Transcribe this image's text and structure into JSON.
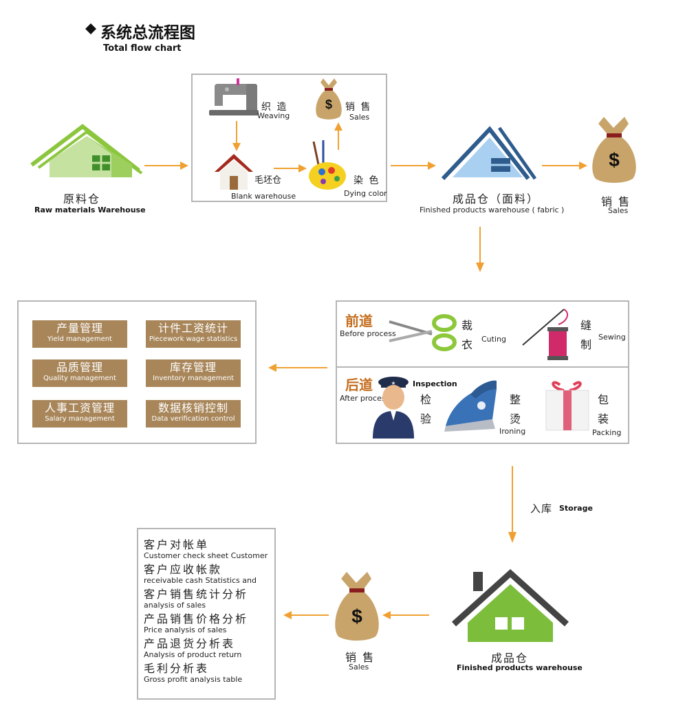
{
  "header": {
    "title": "系统总流程图",
    "subtitle": "Total  flow chart"
  },
  "raw_warehouse": {
    "cn": "原料仓",
    "en": "Raw materials Warehouse"
  },
  "production": {
    "weaving": {
      "cn": "织 造",
      "en": "Weaving"
    },
    "sales": {
      "cn": "销 售",
      "en": "Sales"
    },
    "blank": {
      "cn": "毛坯仓",
      "en": "Blank warehouse"
    },
    "dyeing": {
      "cn": "染 色",
      "en": "Dying color"
    }
  },
  "finished_fabric": {
    "cn": "成品仓（面料）",
    "en": "Finished products warehouse ( fabric )"
  },
  "sales_top": {
    "cn": "销 售",
    "en": "Sales"
  },
  "front_process": {
    "cn": "前道",
    "en": "Before process",
    "cutting": {
      "cn1": "裁",
      "cn2": "衣",
      "en": "Cuting"
    },
    "sewing": {
      "cn1": "缝",
      "cn2": "制",
      "en": "Sewing"
    }
  },
  "after_process": {
    "cn": "后道",
    "en": "After process",
    "inspection": {
      "cn1": "检",
      "cn2": "验",
      "en": "Inspection"
    },
    "ironing": {
      "cn1": "整",
      "cn2": "烫",
      "en": "Ironing"
    },
    "packing": {
      "cn1": "包",
      "cn2": "装",
      "en": "Packing"
    }
  },
  "management": [
    {
      "cn": "产量管理",
      "en": "Yield management"
    },
    {
      "cn": "计件工资统计",
      "en": "Piecework wage statistics"
    },
    {
      "cn": "品质管理",
      "en": "Quality management"
    },
    {
      "cn": "库存管理",
      "en": "Inventory management"
    },
    {
      "cn": "人事工资管理",
      "en": "Salary management"
    },
    {
      "cn": "数据核销控制",
      "en": "Data verification control"
    }
  ],
  "storage": {
    "cn": "入库",
    "en": "Storage"
  },
  "finished_warehouse": {
    "cn": "成品仓",
    "en": "Finished products warehouse"
  },
  "sales_bottom": {
    "cn": "销 售",
    "en": "Sales"
  },
  "reports": [
    {
      "cn": "客户对帐单",
      "en": "Customer check sheet Customer"
    },
    {
      "cn": "客户应收帐款",
      "en": "receivable cash Statistics and"
    },
    {
      "cn": "客户销售统计分析",
      "en": "analysis of sales"
    },
    {
      "cn": "产品销售价格分析",
      "en": "Price analysis of sales"
    },
    {
      "cn": "产品退货分析表",
      "en": "Analysis of product return"
    },
    {
      "cn": "毛利分析表",
      "en": "Gross profit analysis table"
    }
  ],
  "colors": {
    "arrow": "#f0a030",
    "button": "#a8865a",
    "stage": "#c46c1c",
    "border": "#b5b5b5",
    "green_house": "#7cbd3c",
    "blue_house": "#2e5c8c"
  }
}
